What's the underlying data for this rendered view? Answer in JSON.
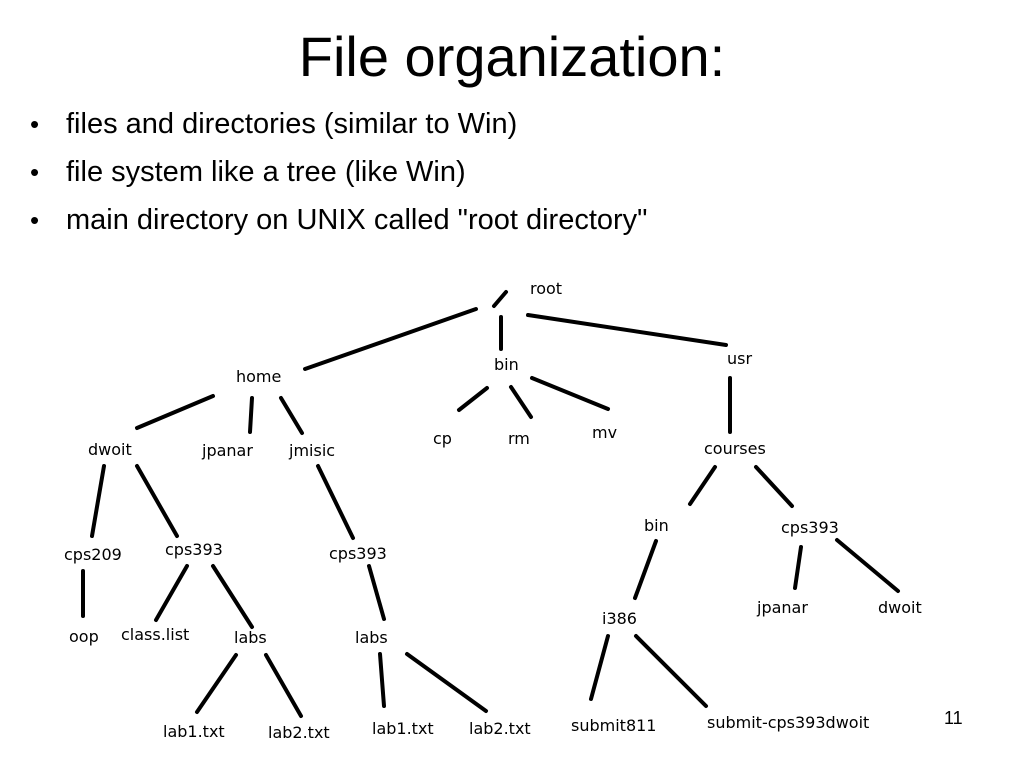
{
  "slide": {
    "title": "File organization:",
    "bullets": [
      "files and directories  (similar to Win)",
      "file system like a tree  (like Win)",
      "main directory on UNIX called \"root directory\""
    ],
    "bullet_symbol": "•",
    "page_number": "11"
  },
  "tree": {
    "root": {
      "slash": "/",
      "label": "root"
    },
    "nodes": {
      "home": "home",
      "bin_top": "bin",
      "usr": "usr",
      "dwoit": "dwoit",
      "jpanar": "jpanar",
      "jmisic": "jmisic",
      "cp": "cp",
      "rm": "rm",
      "mv": "mv",
      "courses": "courses",
      "cps209": "cps209",
      "cps393_dwoit": "cps393",
      "cps393_jmisic": "cps393",
      "oop": "oop",
      "class_list": "class.list",
      "labs_dwoit": "labs",
      "labs_jmisic": "labs",
      "lab1_dwoit": "lab1.txt",
      "lab2_dwoit": "lab2.txt",
      "lab1_jmisic": "lab1.txt",
      "lab2_jmisic": "lab2.txt",
      "bin_courses": "bin",
      "cps393_courses": "cps393",
      "i386": "i386",
      "jpanar_courses": "jpanar",
      "dwoit_courses": "dwoit",
      "submit811": "submit811",
      "submit_cps393dwoit": "submit-cps393dwoit"
    },
    "edges": [
      [
        "root",
        "home"
      ],
      [
        "root",
        "bin_top"
      ],
      [
        "root",
        "usr"
      ],
      [
        "home",
        "dwoit"
      ],
      [
        "home",
        "jpanar"
      ],
      [
        "home",
        "jmisic"
      ],
      [
        "bin_top",
        "cp"
      ],
      [
        "bin_top",
        "rm"
      ],
      [
        "bin_top",
        "mv"
      ],
      [
        "usr",
        "courses"
      ],
      [
        "dwoit",
        "cps209"
      ],
      [
        "dwoit",
        "cps393_dwoit"
      ],
      [
        "cps209",
        "oop"
      ],
      [
        "cps393_dwoit",
        "class_list"
      ],
      [
        "cps393_dwoit",
        "labs_dwoit"
      ],
      [
        "labs_dwoit",
        "lab1_dwoit"
      ],
      [
        "labs_dwoit",
        "lab2_dwoit"
      ],
      [
        "jmisic",
        "cps393_jmisic"
      ],
      [
        "cps393_jmisic",
        "labs_jmisic"
      ],
      [
        "labs_jmisic",
        "lab1_jmisic"
      ],
      [
        "labs_jmisic",
        "lab2_jmisic"
      ],
      [
        "courses",
        "bin_courses"
      ],
      [
        "courses",
        "cps393_courses"
      ],
      [
        "bin_courses",
        "i386"
      ],
      [
        "i386",
        "submit811"
      ],
      [
        "i386",
        "submit_cps393dwoit"
      ],
      [
        "cps393_courses",
        "jpanar_courses"
      ],
      [
        "cps393_courses",
        "dwoit_courses"
      ]
    ]
  }
}
